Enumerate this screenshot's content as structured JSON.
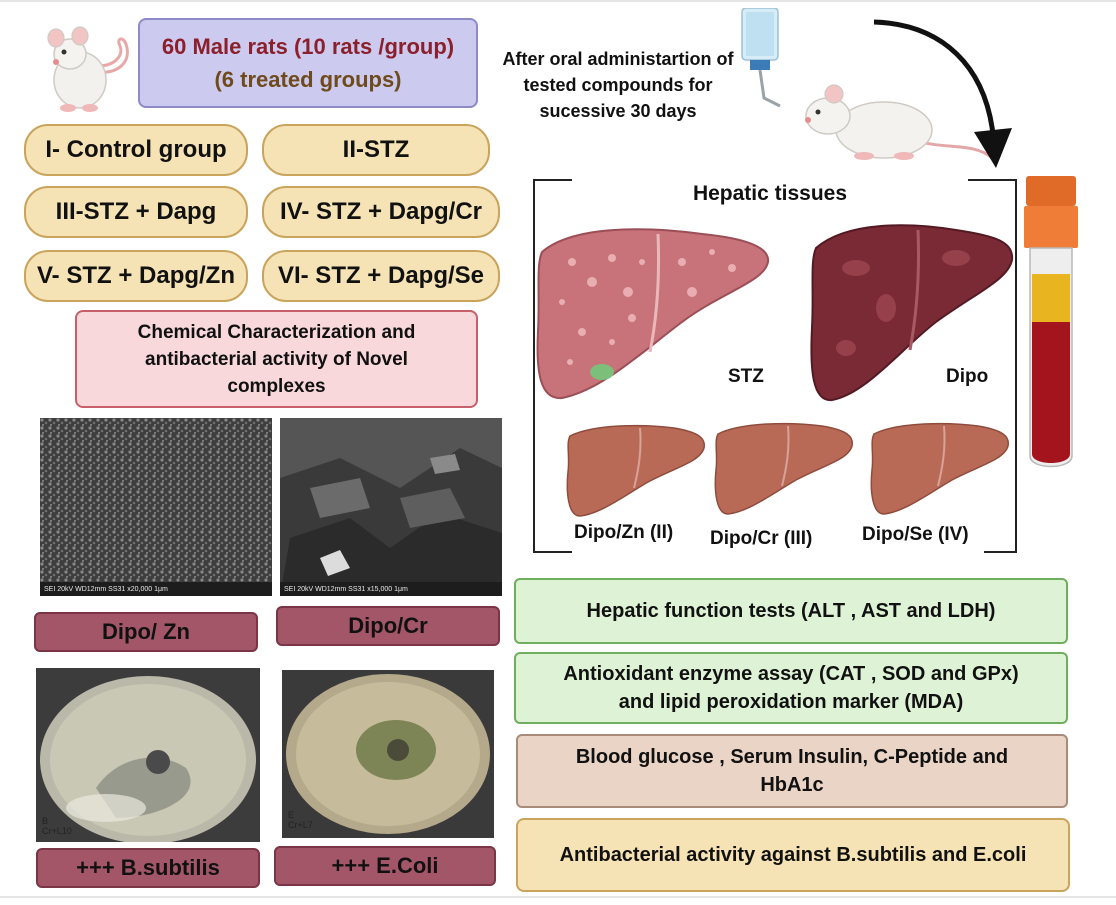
{
  "header": {
    "line1": "60 Male rats (10 rats /group)",
    "line2": "(6 treated groups)"
  },
  "groups": [
    "I- Control group",
    "II-STZ",
    "III-STZ + Dapg",
    "IV- STZ + Dapg/Cr",
    "V- STZ + Dapg/Zn",
    "VI- STZ + Dapg/Se"
  ],
  "chem_box": "Chemical Characterization and antibacterial activity of Novel complexes",
  "sem_images": [
    {
      "label": "Dipo/ Zn",
      "caption": "SEI   20kV   WD12mm   SS31        x20,000   1μm"
    },
    {
      "label": "Dipo/Cr",
      "caption": "SEI   20kV   WD12mm   SS31        x15,000   1μm"
    }
  ],
  "dishes": [
    {
      "label": "+++ B.subtilis",
      "tag": "B\nCr+L10"
    },
    {
      "label": "+++ E.Coli",
      "tag": "E\nCr+L7"
    }
  ],
  "after_text": "After oral administartion of tested compounds for sucessive 30 days",
  "hepatic": {
    "title": "Hepatic tissues",
    "labels": [
      "STZ",
      "Dipo",
      "Dipo/Zn (II)",
      "Dipo/Cr (III)",
      "Dipo/Se (IV)"
    ]
  },
  "tests": [
    "Hepatic function tests (ALT , AST and LDH)",
    "Antioxidant enzyme assay (CAT , SOD and GPx) and lipid peroxidation marker (MDA)",
    "Blood glucose , Serum Insulin, C-Peptide and HbA1c",
    "Antibacterial activity against B.subtilis and E.coli"
  ],
  "colors": {
    "header_fill": "#cccbef",
    "group_fill": "#f6e3b5",
    "chem_fill": "#f8d8da",
    "label_fill": "#a35668",
    "green_fill": "#def2d6",
    "tan_fill": "#ead4c6",
    "liver_normal": "#b86a57",
    "liver_dark": "#7a2a35"
  }
}
